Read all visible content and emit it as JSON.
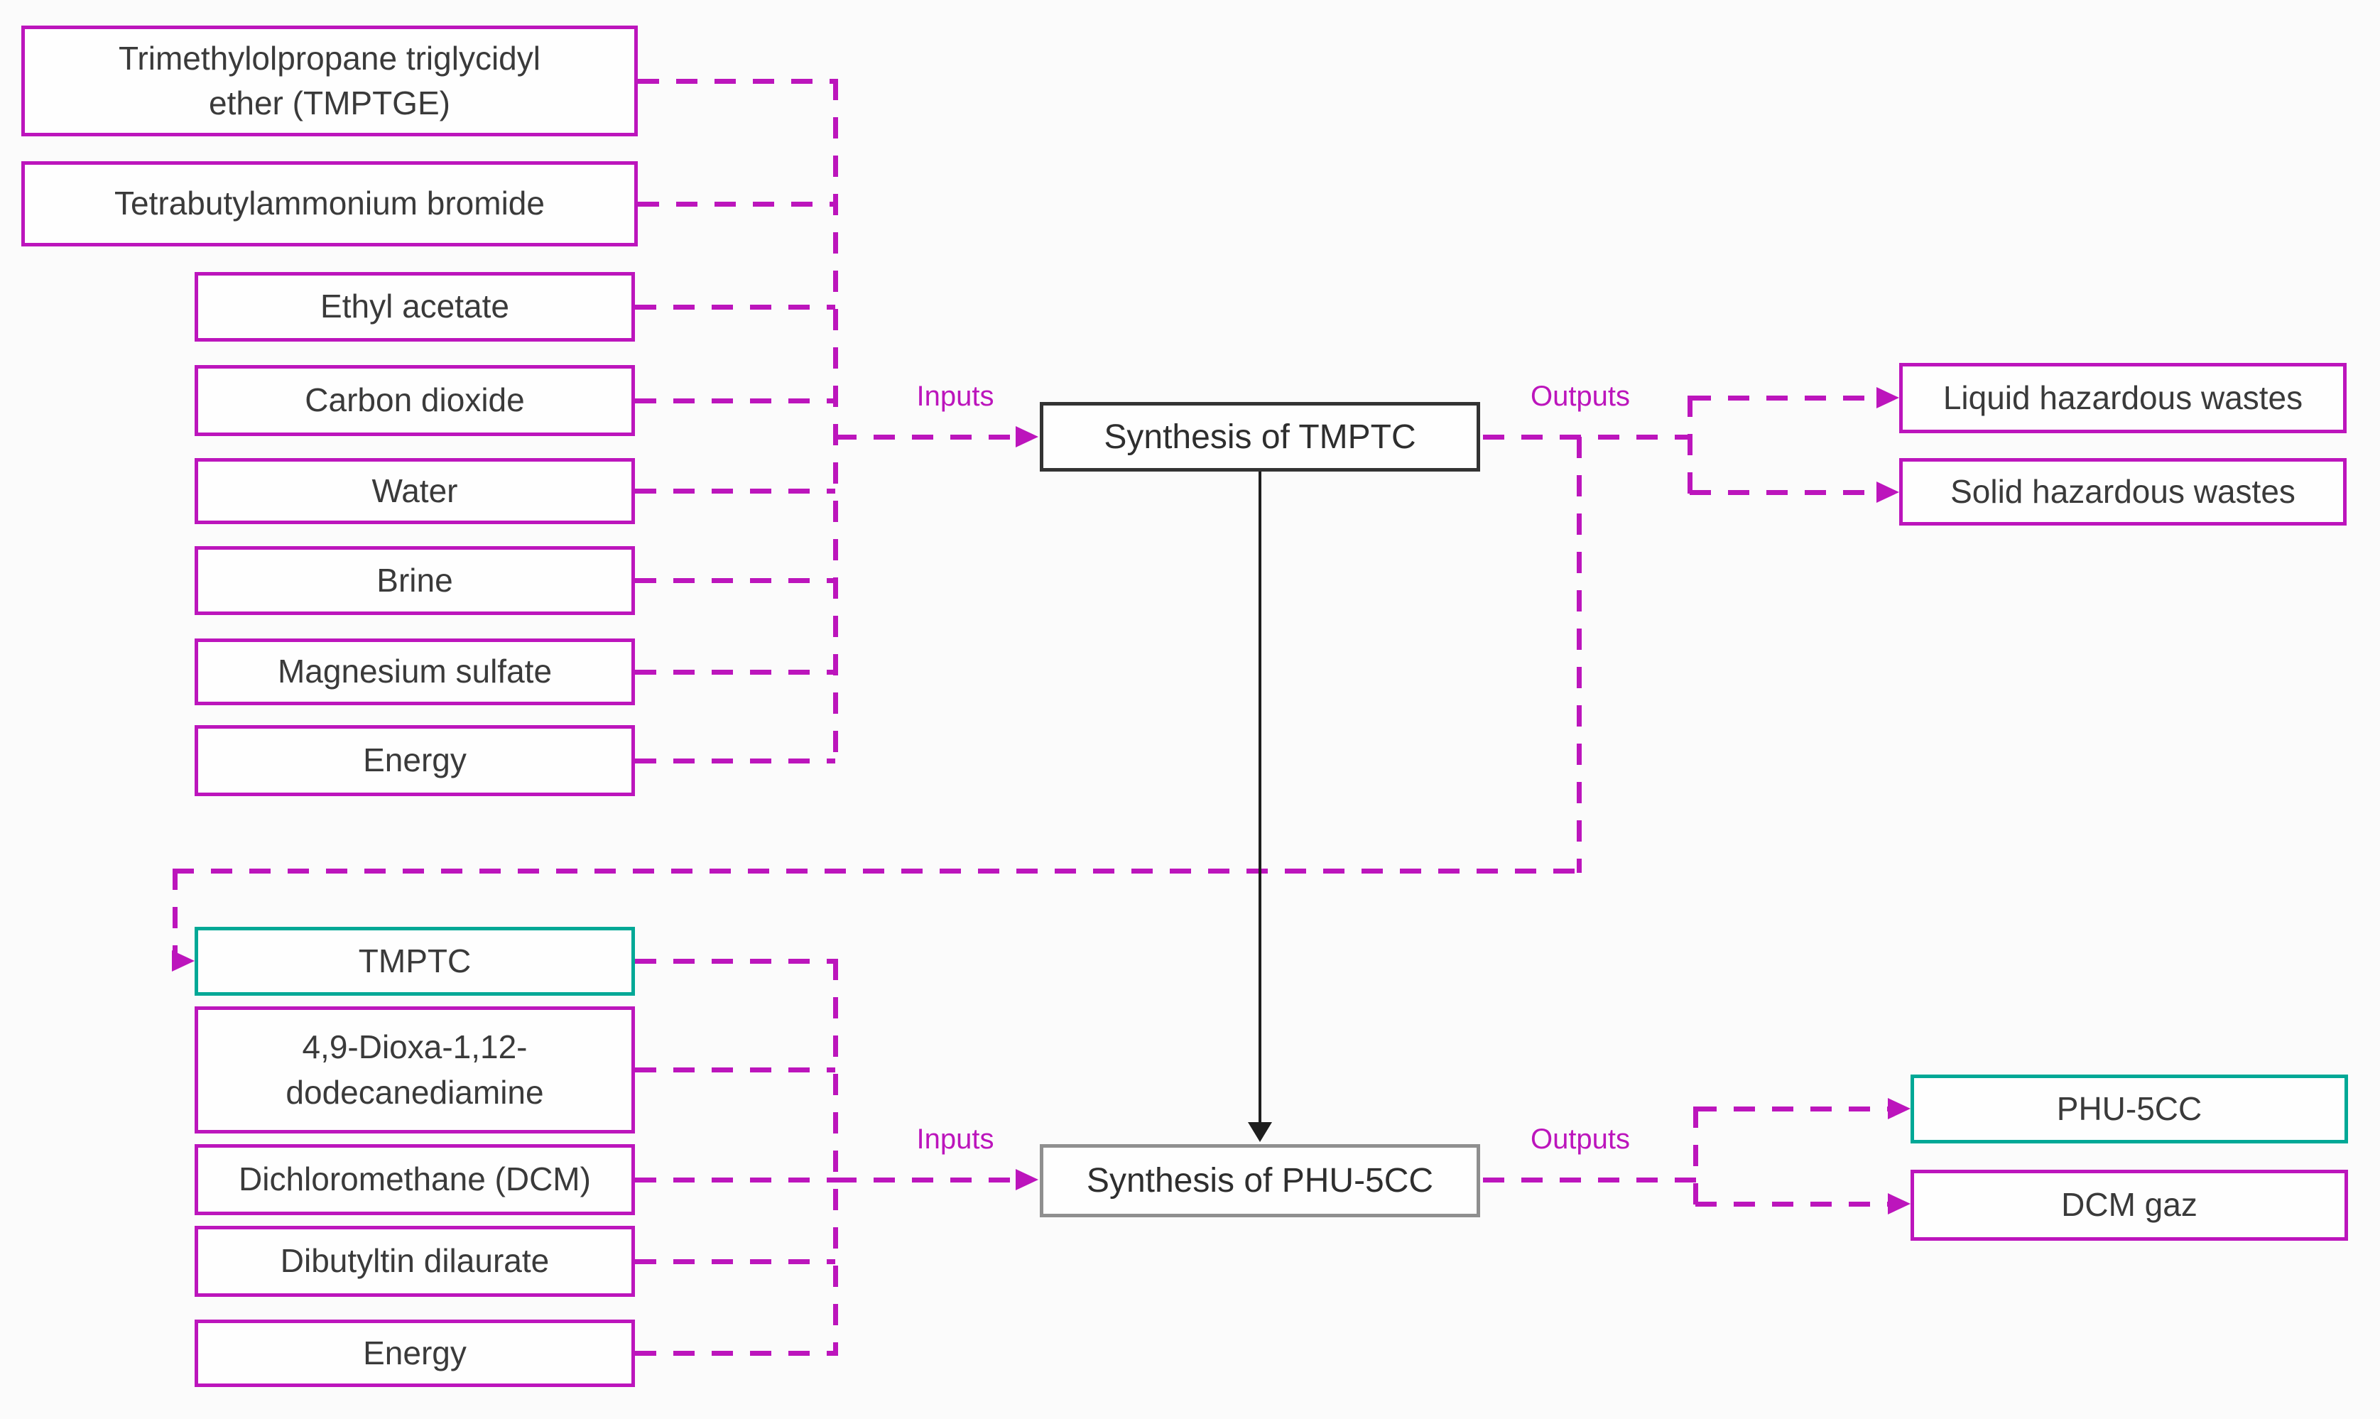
{
  "colors": {
    "magenta": "#BC15BC",
    "teal": "#00A896",
    "process1_border": "#333333",
    "process2_border": "#8F8F8F",
    "text": "#3A3A3A"
  },
  "stage1": {
    "process_label": "Synthesis of TMPTC",
    "inputs_label": "Inputs",
    "outputs_label": "Outputs",
    "inputs": [
      "Trimethylolpropane triglycidyl ether (TMPTGE)",
      "Tetrabutylammonium bromide",
      "Ethyl acetate",
      "Carbon dioxide",
      "Water",
      "Brine",
      "Magnesium sulfate",
      "Energy"
    ],
    "outputs": [
      "Liquid hazardous wastes",
      "Solid hazardous wastes"
    ]
  },
  "stage2": {
    "process_label": "Synthesis of PHU-5CC",
    "inputs_label": "Inputs",
    "outputs_label": "Outputs",
    "inputs": [
      "TMPTC",
      "4,9-Dioxa-1,12-dodecanediamine",
      "Dichloromethane (DCM)",
      "Dibutyltin dilaurate",
      "Energy"
    ],
    "outputs": [
      "PHU-5CC",
      "DCM gaz"
    ]
  }
}
